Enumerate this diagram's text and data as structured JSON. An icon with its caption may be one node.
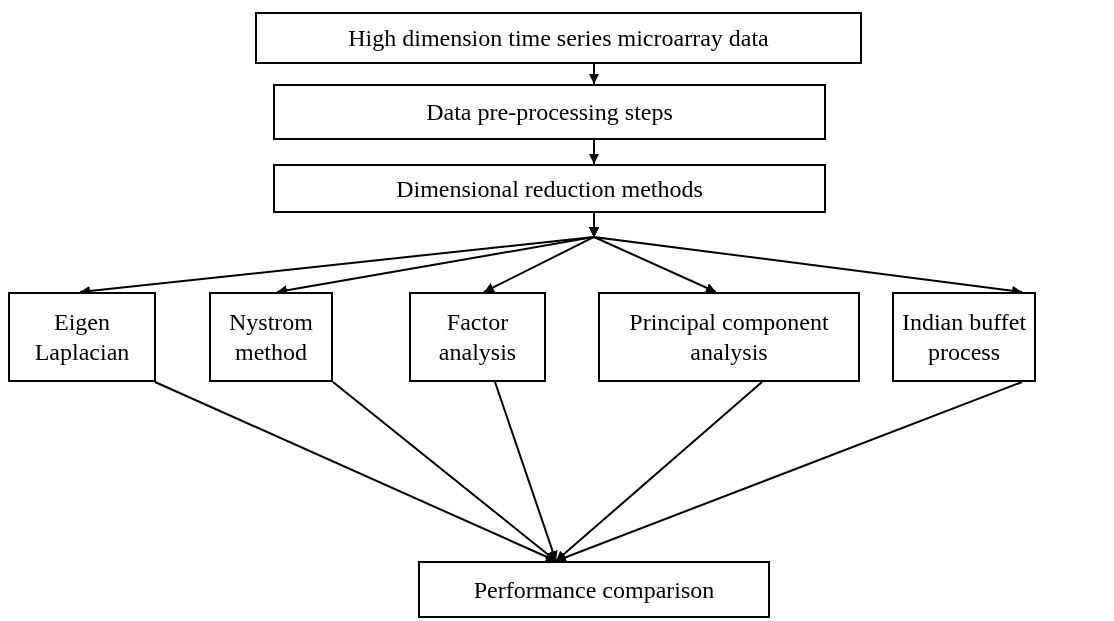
{
  "diagram": {
    "nodes": [
      {
        "text": [
          "High dimension time series microarray data"
        ]
      },
      {
        "text": [
          "Data pre-processing steps"
        ]
      },
      {
        "text": [
          "Dimensional reduction methods"
        ]
      },
      {
        "text": [
          "Eigen Laplacian"
        ]
      },
      {
        "text": [
          "Nystrom method"
        ]
      },
      {
        "text": [
          "Factor analysis"
        ]
      },
      {
        "text": [
          "Principal component analysis"
        ]
      },
      {
        "text": [
          "Indian buffet process"
        ]
      },
      {
        "text": [
          "Performance comparison"
        ]
      }
    ],
    "edges": [
      {
        "from": 0,
        "to": 1,
        "arrow": "to"
      },
      {
        "from": 1,
        "to": 2,
        "arrow": "to"
      },
      {
        "from": 2,
        "to": 3,
        "arrow": "to"
      },
      {
        "from": 2,
        "to": 4,
        "arrow": "to"
      },
      {
        "from": 2,
        "to": 5,
        "arrow": "to"
      },
      {
        "from": 2,
        "to": 6,
        "arrow": "to"
      },
      {
        "from": 2,
        "to": 7,
        "arrow": "to"
      },
      {
        "from": 3,
        "to": 8,
        "arrow": "to"
      },
      {
        "from": 4,
        "to": 8,
        "arrow": "to"
      },
      {
        "from": 5,
        "to": 8,
        "arrow": "to"
      },
      {
        "from": 6,
        "to": 8,
        "arrow": "to"
      },
      {
        "from": 7,
        "to": 8,
        "arrow": "to"
      }
    ]
  }
}
